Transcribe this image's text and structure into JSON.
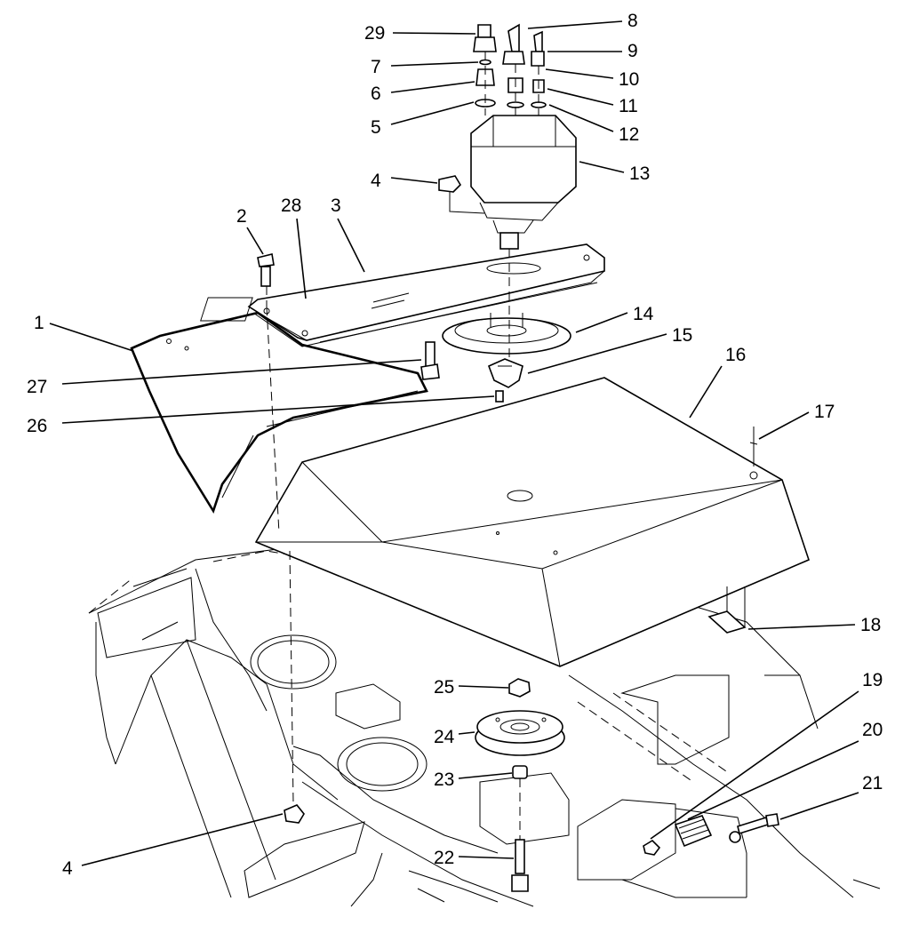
{
  "callouts": [
    {
      "id": "c29",
      "label": "29"
    },
    {
      "id": "c8",
      "label": "8"
    },
    {
      "id": "c9",
      "label": "9"
    },
    {
      "id": "c7",
      "label": "7"
    },
    {
      "id": "c10",
      "label": "10"
    },
    {
      "id": "c6",
      "label": "6"
    },
    {
      "id": "c11",
      "label": "11"
    },
    {
      "id": "c5",
      "label": "5"
    },
    {
      "id": "c12",
      "label": "12"
    },
    {
      "id": "c13",
      "label": "13"
    },
    {
      "id": "c4a",
      "label": "4"
    },
    {
      "id": "c2",
      "label": "2"
    },
    {
      "id": "c28",
      "label": "28"
    },
    {
      "id": "c3",
      "label": "3"
    },
    {
      "id": "c1",
      "label": "1"
    },
    {
      "id": "c14",
      "label": "14"
    },
    {
      "id": "c15",
      "label": "15"
    },
    {
      "id": "c27",
      "label": "27"
    },
    {
      "id": "c16",
      "label": "16"
    },
    {
      "id": "c26",
      "label": "26"
    },
    {
      "id": "c17",
      "label": "17"
    },
    {
      "id": "c18",
      "label": "18"
    },
    {
      "id": "c25",
      "label": "25"
    },
    {
      "id": "c19",
      "label": "19"
    },
    {
      "id": "c24",
      "label": "24"
    },
    {
      "id": "c20",
      "label": "20"
    },
    {
      "id": "c23",
      "label": "23"
    },
    {
      "id": "c21",
      "label": "21"
    },
    {
      "id": "c4b",
      "label": "4"
    },
    {
      "id": "c22",
      "label": "22"
    }
  ]
}
